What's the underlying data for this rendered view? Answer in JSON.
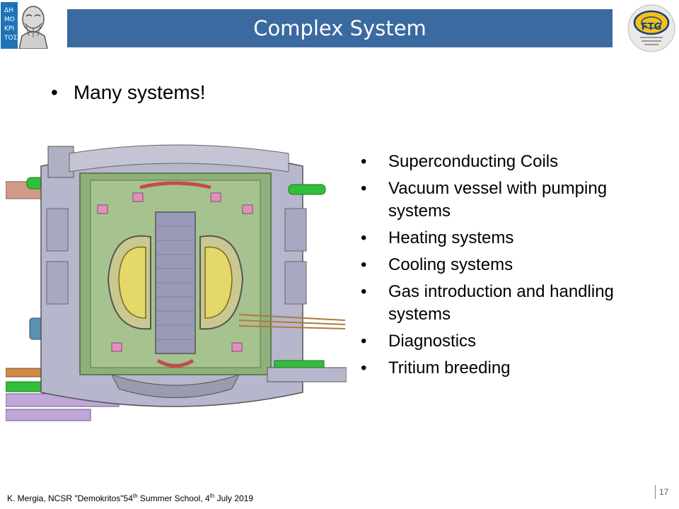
{
  "slide": {
    "title": "Complex System",
    "main_bullet": "Many systems!",
    "bullet_char": "•",
    "items": [
      "Superconducting Coils",
      "Vacuum vessel with pumping systems",
      "Heating systems",
      "Cooling systems",
      "Gas introduction and handling systems",
      "Diagnostics",
      "Tritium breeding"
    ],
    "footer": {
      "prefix": "K. Mergia, NCSR \"Demokritos\"54",
      "sup1": "th",
      "middle": " Summer School, 4",
      "sup2": "th",
      "suffix": " July 2019"
    },
    "page_number": "17"
  },
  "logos": {
    "left_text": "ΔΗΜΟΚΡΙΤΟΣ",
    "right_text": "FTG"
  },
  "colors": {
    "banner": "#3a6aa0",
    "title_text": "#ffffff"
  }
}
